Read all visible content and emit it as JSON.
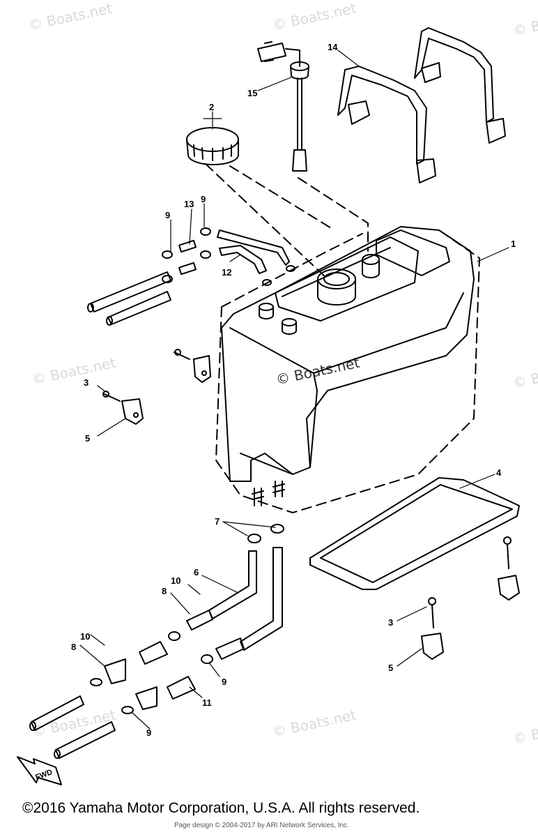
{
  "watermarks": {
    "text": "© Boats.net",
    "center_text": "© Boats.net"
  },
  "callouts": {
    "c1": "1",
    "c2": "2",
    "c3a": "3",
    "c3b": "3",
    "c4": "4",
    "c5a": "5",
    "c5b": "5",
    "c6": "6",
    "c7": "7",
    "c8a": "8",
    "c8b": "8",
    "c9a": "9",
    "c9b": "9",
    "c9c": "9",
    "c9d": "9",
    "c10a": "10",
    "c10b": "10",
    "c11": "11",
    "c12": "12",
    "c13": "13",
    "c14": "14",
    "c15": "15"
  },
  "fwd_label": "FWD",
  "footer": {
    "copyright": "©2016 Yamaha Motor Corporation, U.S.A. All rights reserved.",
    "credit": "Page design © 2004-2017 by ARI Network Services, Inc."
  },
  "colors": {
    "line": "#000000",
    "watermark": "#d9d9d9"
  }
}
